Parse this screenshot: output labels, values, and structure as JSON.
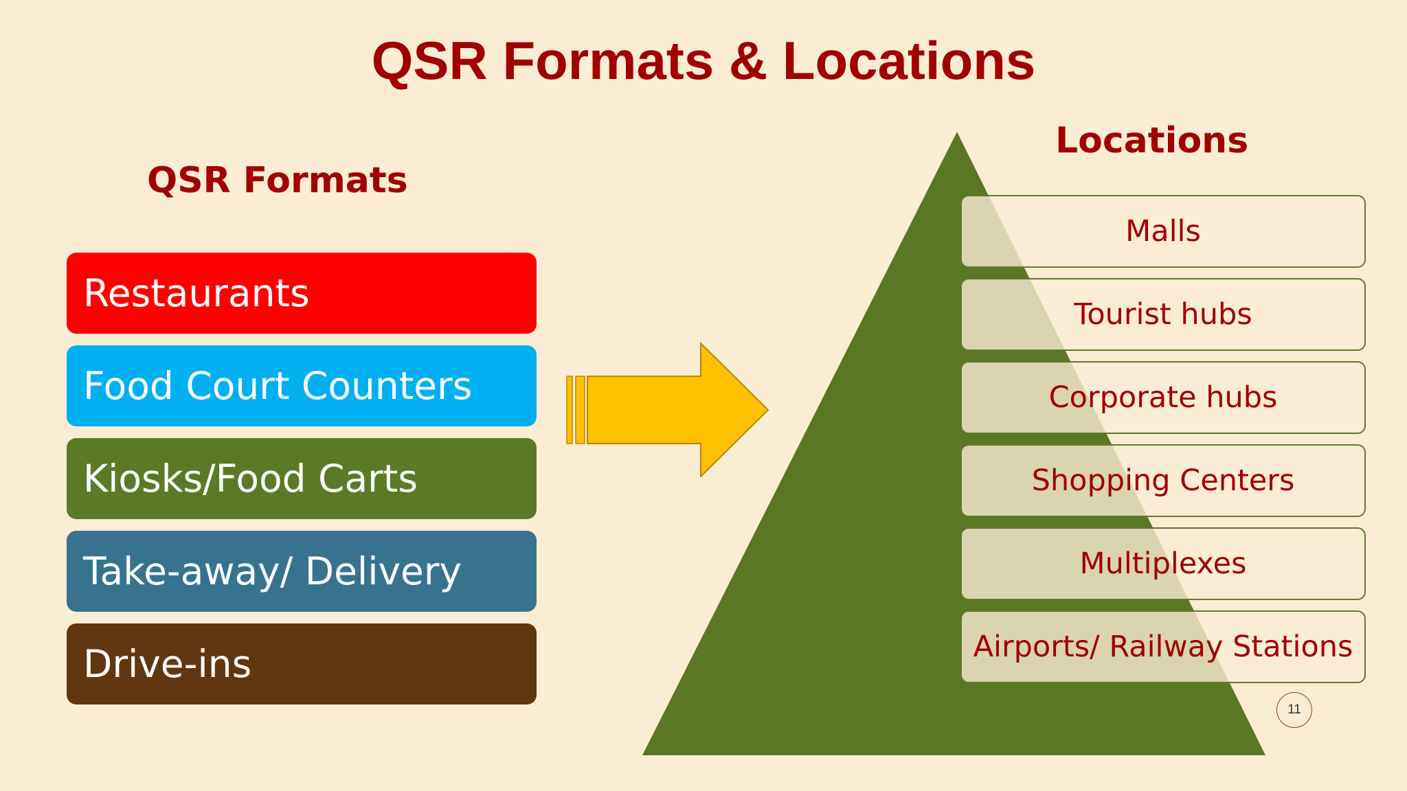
{
  "title": "QSR Formats & Locations",
  "formats": {
    "heading": "QSR Formats",
    "items": [
      {
        "label": "Restaurants",
        "color": "#ff0000"
      },
      {
        "label": "Food Court Counters",
        "color": "#00b0f0"
      },
      {
        "label": "Kiosks/Food Carts",
        "color": "#5b7a27"
      },
      {
        "label": "Take-away/ Delivery",
        "color": "#37738f"
      },
      {
        "label": "Drive-ins",
        "color": "#613711"
      }
    ]
  },
  "locations": {
    "heading": "Locations",
    "items": [
      {
        "label": "Malls"
      },
      {
        "label": "Tourist hubs"
      },
      {
        "label": "Corporate hubs"
      },
      {
        "label": "Shopping Centers"
      },
      {
        "label": "Multiplexes"
      },
      {
        "label": "Airports/ Railway Stations"
      }
    ]
  },
  "colors": {
    "background": "#fbecd4",
    "title": "#a00000",
    "arrow_fill": "#ffc000",
    "pyramid_fill": "#5b7624"
  },
  "page_number": "11"
}
